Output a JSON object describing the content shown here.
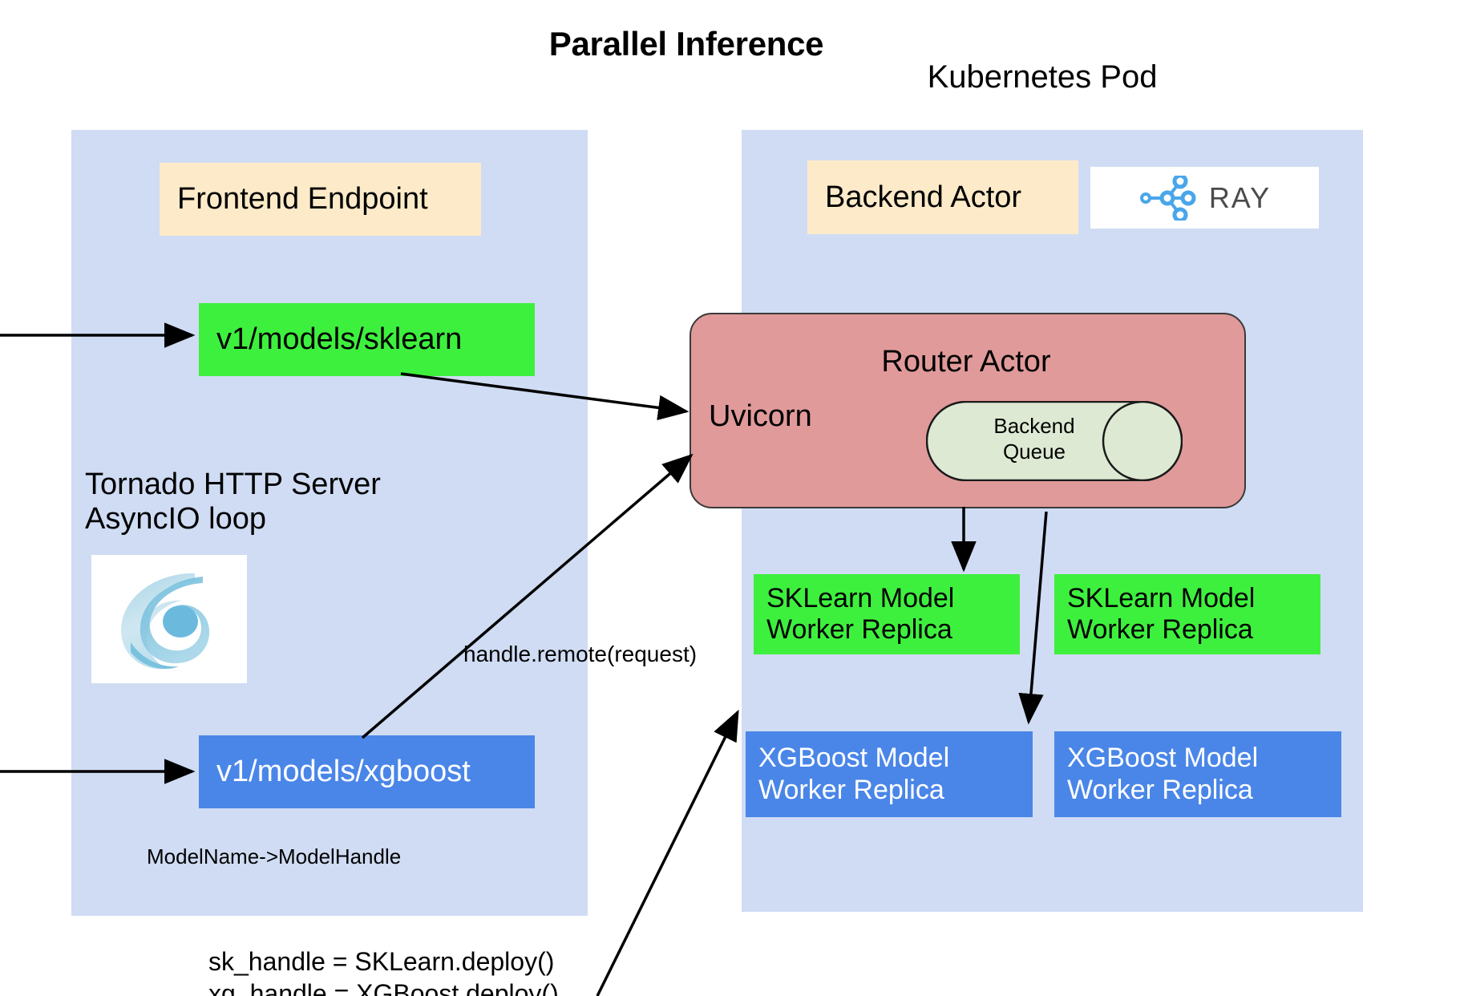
{
  "title": "Parallel Inference",
  "pod": {
    "title": "Kubernetes Pod"
  },
  "frontend_panel": {
    "header_label": "Frontend Endpoint",
    "endpoints": [
      {
        "label": "v1/models/sklearn",
        "color": "#3ef03e"
      },
      {
        "label": "v1/models/xgboost",
        "color": "#4a86e8"
      }
    ],
    "server_caption_line1": "Tornado HTTP Server",
    "server_caption_line2": "AsyncIO loop",
    "server_logo": "tornado-logo",
    "mapping_note": "ModelName->ModelHandle"
  },
  "pod_panel": {
    "header_label": "Backend Actor",
    "logo_text": "RAY",
    "logo_icon": "ray-network-icon",
    "router": {
      "title": "Router Actor",
      "server_label": "Uvicorn",
      "queue_label_line1": "Backend",
      "queue_label_line2": "Queue",
      "fill": "#e09a9a",
      "queue_fill": "#dde9d2"
    },
    "workers": [
      {
        "line1": "SKLearn Model",
        "line2": "Worker Replica",
        "kind": "green"
      },
      {
        "line1": "SKLearn Model",
        "line2": "Worker Replica",
        "kind": "green"
      },
      {
        "line1": "XGBoost Model",
        "line2": "Worker Replica",
        "kind": "blue"
      },
      {
        "line1": "XGBoost Model",
        "line2": "Worker Replica",
        "kind": "blue"
      }
    ]
  },
  "annotations": {
    "handle_remote": "handle.remote(request)",
    "deploy_code": "sk_handle = SKLearn.deploy()\nxg_handle = XGBoost.deploy()"
  },
  "colors": {
    "panel_background": "#cfdcf3",
    "cream_box": "#fdeac8",
    "green_box": "#3ef03e",
    "blue_box": "#4a86e8",
    "router_fill": "#e09a9a",
    "queue_fill": "#dde9d2",
    "ray_blue": "#49a6e9",
    "ray_text": "#4b4b4b",
    "tornado_blue": "#8cc8dd"
  }
}
